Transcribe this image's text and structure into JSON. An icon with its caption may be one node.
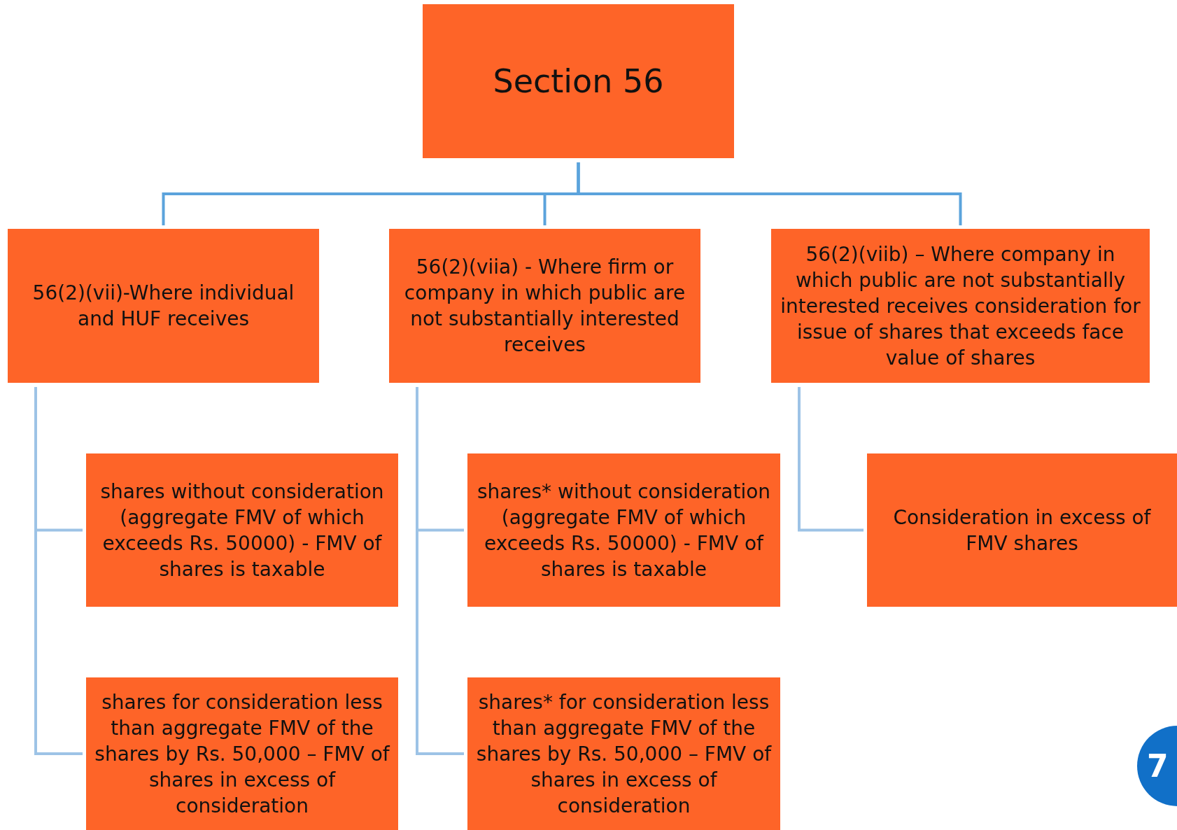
{
  "diagram": {
    "nodes": [
      {
        "text": [
          "Section 56"
        ]
      },
      {
        "text": [
          "56(2)(vii)-Where individual and HUF receives"
        ]
      },
      {
        "text": [
          "56(2)(viia) - Where firm or company  in which public are not substantially interested receives"
        ]
      },
      {
        "text": [
          "56(2)(viib) – Where company in which public are not substantially interested receives consideration for issue of shares that exceeds face value of shares"
        ]
      },
      {
        "text": [
          "shares without consideration (aggregate FMV of which exceeds Rs. 50000)  - FMV of shares is taxable"
        ]
      },
      {
        "text": [
          "shares for consideration less than aggregate FMV of the shares by Rs. 50,000 – FMV of shares in excess of consideration"
        ]
      },
      {
        "text": [
          "shares* without consideration (aggregate FMV of which exceeds Rs. 50000)  - FMV of shares is taxable"
        ]
      },
      {
        "text": [
          "shares* for consideration less than aggregate FMV of the shares by Rs. 50,000 – FMV of shares in excess of consideration"
        ]
      },
      {
        "text": [
          "Consideration in excess of FMV shares"
        ]
      }
    ],
    "edges": [
      {
        "from": 0,
        "to": 1,
        "arrow": "none",
        "color": "#5ba3dc"
      },
      {
        "from": 0,
        "to": 2,
        "arrow": "none",
        "color": "#5ba3dc"
      },
      {
        "from": 0,
        "to": 3,
        "arrow": "none",
        "color": "#5ba3dc"
      },
      {
        "from": 1,
        "to": 4,
        "arrow": "none"
      },
      {
        "from": 1,
        "to": 5,
        "arrow": "none"
      },
      {
        "from": 2,
        "to": 6,
        "arrow": "none"
      },
      {
        "from": 2,
        "to": 7,
        "arrow": "none"
      },
      {
        "from": 3,
        "to": 8,
        "arrow": "none"
      }
    ],
    "labels": [
      "7"
    ]
  }
}
